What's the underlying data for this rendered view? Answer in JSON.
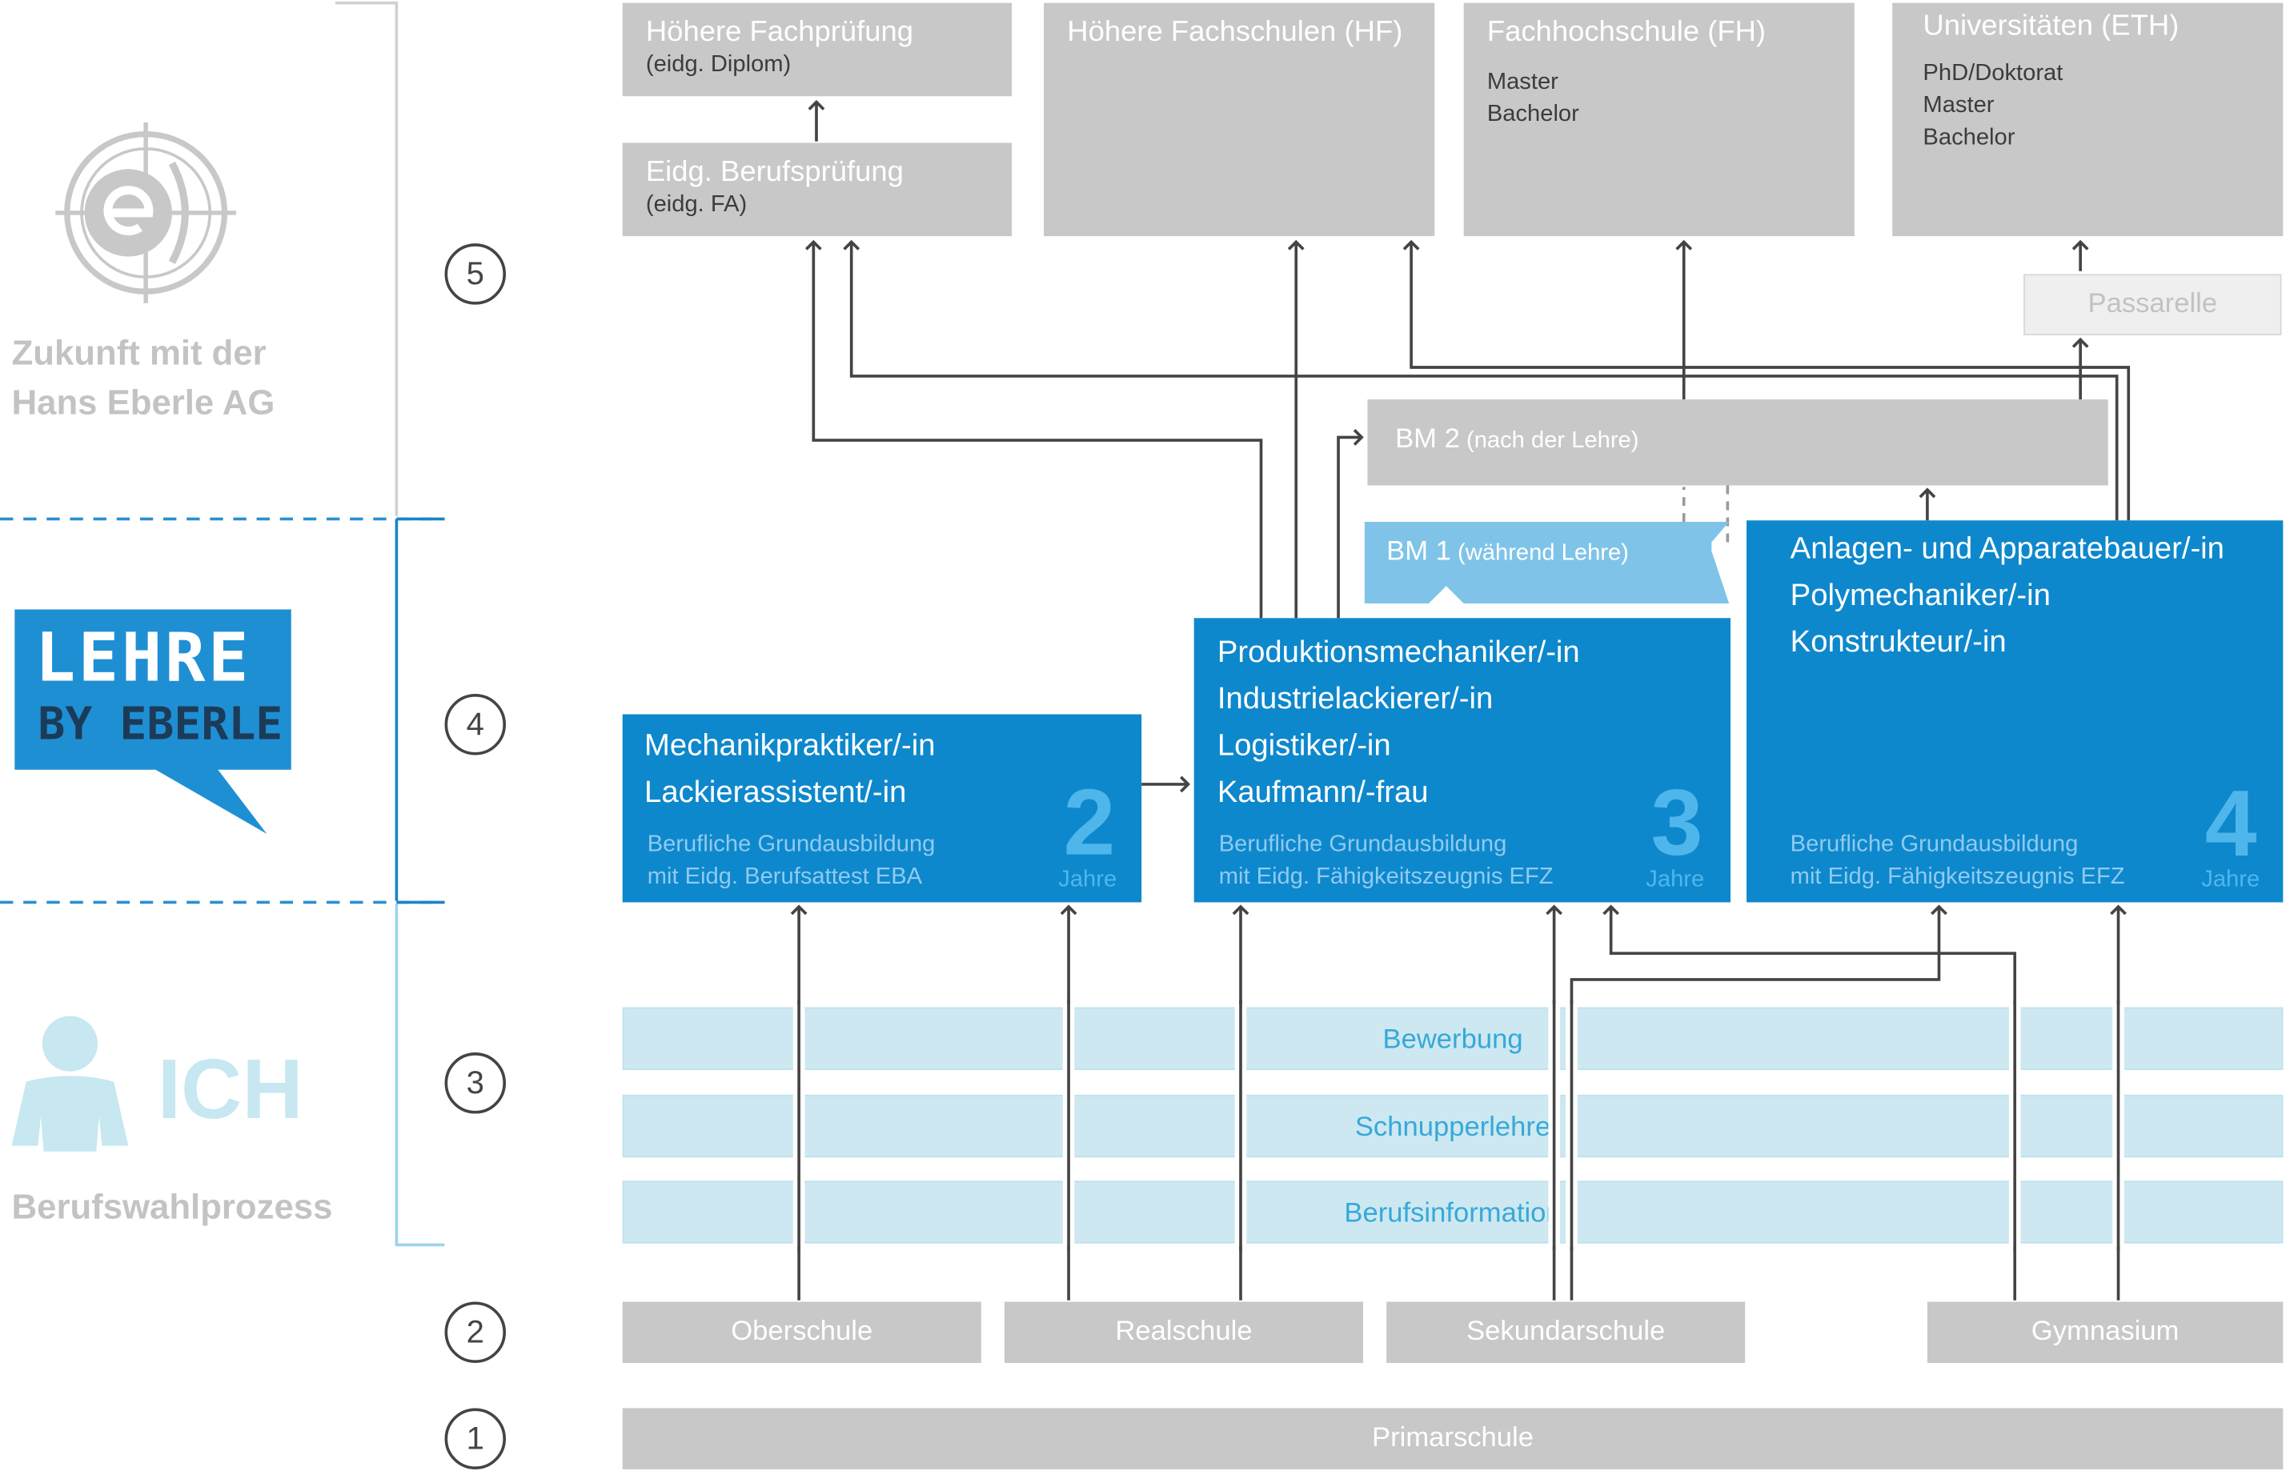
{
  "brand": {
    "zukunft_line1": "Zukunft mit der",
    "zukunft_line2": "Hans Eberle AG",
    "lehre_top": "LEHRE",
    "lehre_bottom": "BY EBERLE",
    "ich": "ICH",
    "berufswahl": "Berufswahlprozess"
  },
  "levels": [
    "5",
    "4",
    "3",
    "2",
    "1"
  ],
  "tertiary": {
    "hfp_title": "Höhere Fachprüfung",
    "hfp_sub": "(eidg. Diplom)",
    "bp_title": "Eidg. Berufsprüfung",
    "bp_sub": "(eidg. FA)",
    "hf_title": "Höhere Fachschulen (HF)",
    "fh_title": "Fachhochschule (FH)",
    "fh_lines": [
      "Master",
      "Bachelor"
    ],
    "uni_title": "Universitäten (ETH)",
    "uni_lines": [
      "PhD/Doktorat",
      "Master",
      "Bachelor"
    ],
    "passarelle": "Passarelle"
  },
  "bm": {
    "bm2_main": "BM 2",
    "bm2_sub": "(nach der Lehre)",
    "bm1_main": "BM 1",
    "bm1_sub": "(während Lehre)"
  },
  "apprenticeships": {
    "eba": {
      "jobs": [
        "Mechanikpraktiker/-in",
        "Lackierassistent/-in"
      ],
      "desc1": "Berufliche Grundausbildung",
      "desc2": "mit Eidg. Berufsattest EBA",
      "years": "2",
      "years_label": "Jahre"
    },
    "efz3": {
      "jobs": [
        "Produktionsmechaniker/-in",
        "Industrielackierer/-in",
        "Logistiker/-in",
        "Kaufmann/-frau"
      ],
      "desc1": "Berufliche Grundausbildung",
      "desc2": "mit Eidg. Fähigkeitszeugnis EFZ",
      "years": "3",
      "years_label": "Jahre"
    },
    "efz4": {
      "jobs": [
        "Anlagen- und Apparatebauer/-in",
        "Polymechaniker/-in",
        "Konstrukteur/-in"
      ],
      "desc1": "Berufliche Grundausbildung",
      "desc2": "mit Eidg. Fähigkeitszeugnis EFZ",
      "years": "4",
      "years_label": "Jahre"
    }
  },
  "process": {
    "bewerbung": "Bewerbung",
    "schnupperlehre": "Schnupperlehre",
    "berufsinformation": "Berufsinformation"
  },
  "schools": {
    "oberschule": "Oberschule",
    "realschule": "Realschule",
    "sekundarschule": "Sekundarschule",
    "gymnasium": "Gymnasium",
    "primarschule": "Primarschule"
  },
  "colors": {
    "grey_box": "#c8c8c8",
    "blue_box": "#0e88cc",
    "light_blue": "#7fc4e8",
    "band": "#cde8f1",
    "dashed_divider": "#2a8fd0"
  }
}
